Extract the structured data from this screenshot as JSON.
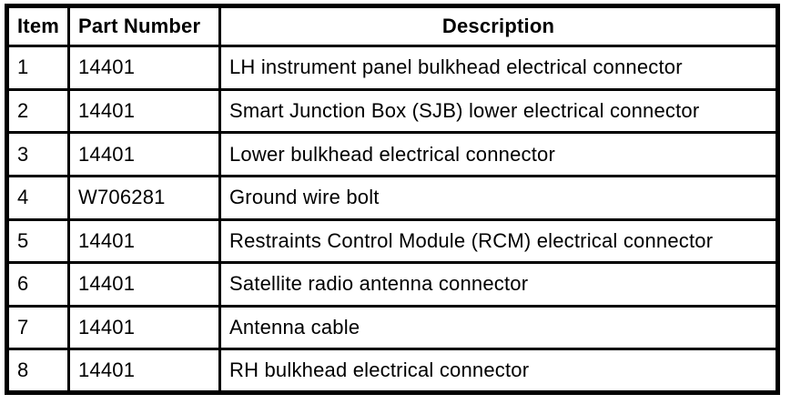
{
  "document": {
    "background": "#ffffff",
    "border_color": "#000000",
    "text_color": "#000000"
  },
  "table": {
    "columns": [
      {
        "key": "item",
        "label": "Item"
      },
      {
        "key": "part_number",
        "label": "Part Number"
      },
      {
        "key": "description",
        "label": "Description"
      }
    ],
    "rows": [
      {
        "item": "1",
        "part_number": "14401",
        "description": "LH instrument panel bulkhead electrical connector"
      },
      {
        "item": "2",
        "part_number": "14401",
        "description": "Smart Junction Box (SJB) lower electrical connector"
      },
      {
        "item": "3",
        "part_number": "14401",
        "description": "Lower bulkhead electrical connector"
      },
      {
        "item": "4",
        "part_number": "W706281",
        "description": "Ground wire bolt"
      },
      {
        "item": "5",
        "part_number": "14401",
        "description": "Restraints Control Module (RCM) electrical connector"
      },
      {
        "item": "6",
        "part_number": "14401",
        "description": "Satellite radio antenna connector"
      },
      {
        "item": "7",
        "part_number": "14401",
        "description": "Antenna cable"
      },
      {
        "item": "8",
        "part_number": "14401",
        "description": "RH bulkhead electrical connector"
      }
    ]
  }
}
